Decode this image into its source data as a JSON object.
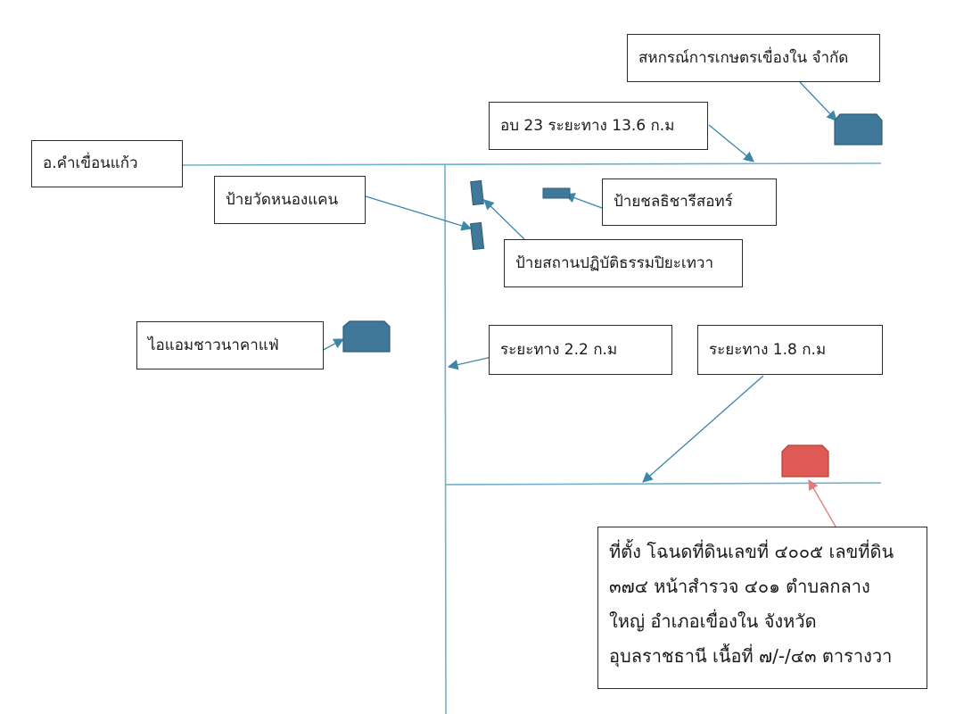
{
  "colors": {
    "road": "#6fb1cc",
    "arrow": "#3c86a6",
    "marker": "#3f7898",
    "marker_border": "#2c5d78",
    "target_marker": "#e05a55",
    "target_marker_border": "#b83d38",
    "target_arrow": "#e07d7a",
    "box_border": "#2b2b2b"
  },
  "labels": {
    "cooperative": "สหกรณ์การเกษตรเขื่องใน จำกัด",
    "route23": "อบ 23 ระยะทาง 13.6 ก.ม",
    "district": "อ.คำเขื่อนแก้ว",
    "wat_sign": "ป้ายวัดหนองแคน",
    "store_sign": "ป้ายชลธิชารีสอทร์",
    "temple_sign": "ป้ายสถานปฏิบัติธรรมปิยะเทวา",
    "cafe": "ไอแอมชาวนาคาแฟ่",
    "dist_2_2": "ระยะทาง 2.2 ก.ม",
    "dist_1_8": "ระยะทาง 1.8 ก.ม",
    "location_lines": [
      "ที่ตั้ง โฉนดที่ดินเลขที่ ๔๐๐๕ เลขที่ดิน",
      "๓๗๔ หน้าสำรวจ ๔๐๑ ตำบลกลาง",
      "ใหญ่ อำเภอเขื่องใน จังหวัด",
      "อุบลราชธานี  เนื้อที่ ๗/-/๔๓ ตารางวา"
    ]
  }
}
